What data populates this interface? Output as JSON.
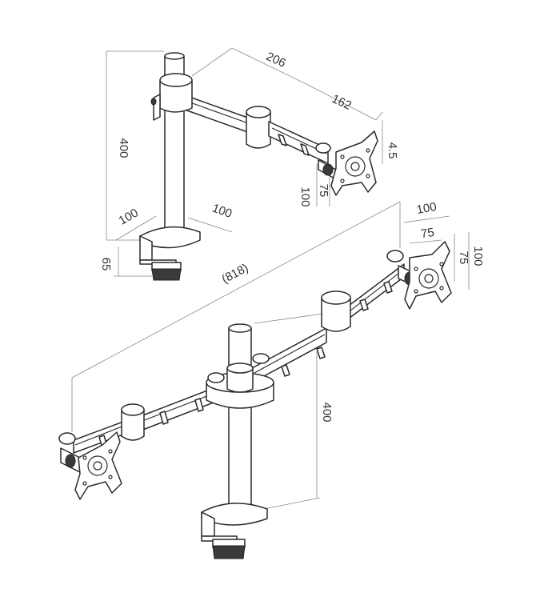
{
  "top_view": {
    "dimensions": {
      "pole_height": "400",
      "arm_length_1": "206",
      "arm_length_2": "162",
      "tilt_offset": "4.5",
      "vesa_75": "75",
      "vesa_100": "100",
      "clamp_depth": "100",
      "clamp_width": "100",
      "clamp_height": "65"
    }
  },
  "bottom_view": {
    "dimensions": {
      "total_span": "(818)",
      "pole_height": "400",
      "vesa_h_100": "100",
      "vesa_h_75": "75",
      "vesa_v_100": "100",
      "vesa_v_75": "75"
    }
  }
}
